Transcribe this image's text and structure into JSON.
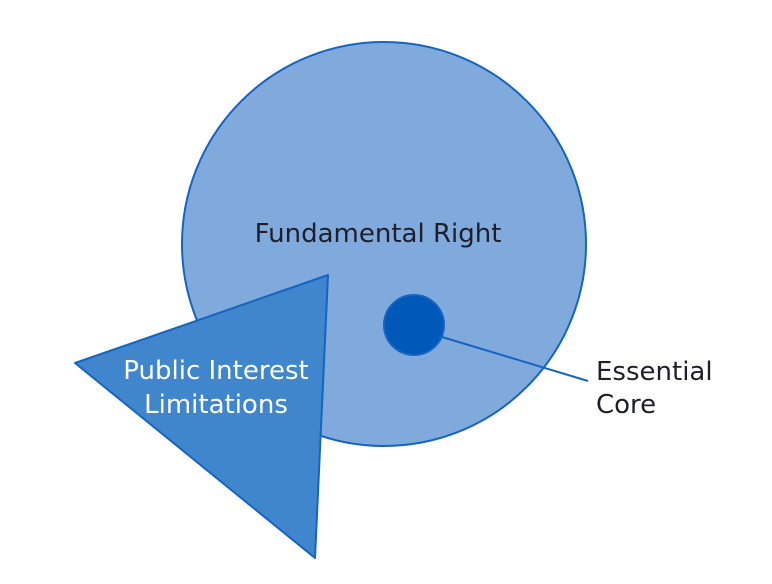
{
  "diagram": {
    "fundamental_right": {
      "label": "Fundamental Right",
      "fill": "#80a9dc",
      "stroke": "#1565c0"
    },
    "essential_core": {
      "label_line1": "Essential",
      "label_line2": "Core",
      "fill": "#0058b8",
      "leader_color": "#1565c0"
    },
    "public_interest_limitations": {
      "label_line1": "Public Interest",
      "label_line2": "Limitations",
      "fill": "#3f86cc",
      "stroke": "#1565c0"
    }
  }
}
